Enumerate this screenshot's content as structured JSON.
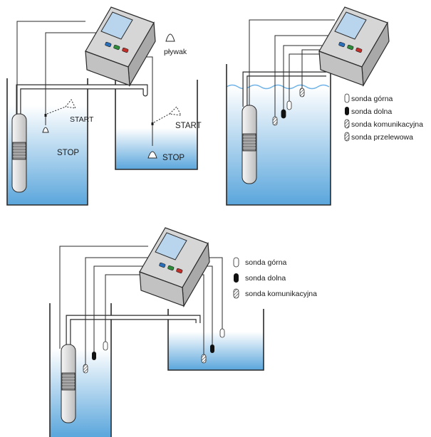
{
  "diagram1": {
    "float_legend": "pływak",
    "label_start_1": "START",
    "label_stop_1": "STOP",
    "label_start_2": "START",
    "label_stop_2": "STOP"
  },
  "diagram2": {
    "legend": [
      "sonda górna",
      "sonda dolna",
      "sonda komunikacyjna",
      "sonda przelewowa"
    ]
  },
  "diagram3": {
    "legend": [
      "sonda górna",
      "sonda dolna",
      "sonda komunikacyjna"
    ]
  },
  "colors": {
    "water_top": "#ffffff",
    "water_bottom": "#5aa6dc",
    "surface_wave": "#6fb3e6",
    "controller_body": "#dcdcdc",
    "screen": "#bcd6ee",
    "button_blue": "#2a6db8",
    "button_green": "#2e8b3a",
    "button_red": "#c0302b",
    "outline": "#2a2a2a"
  }
}
